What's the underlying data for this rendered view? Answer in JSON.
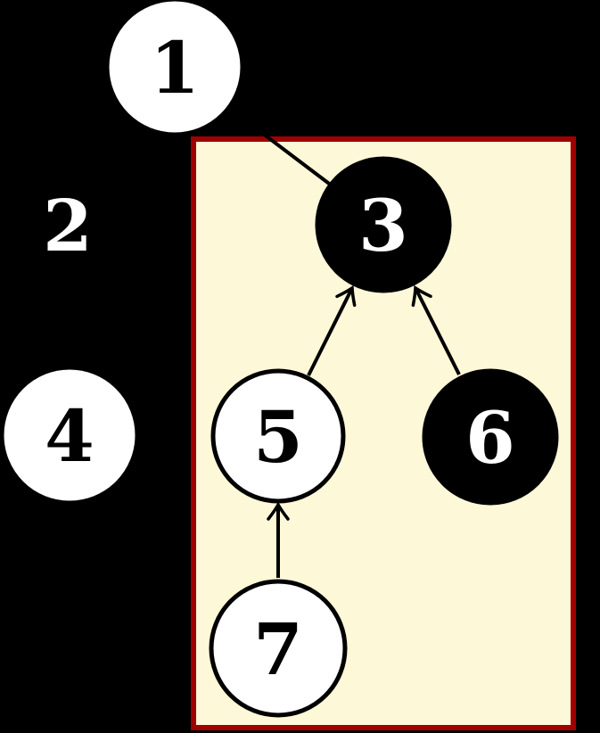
{
  "figure": {
    "type": "tree-diagram",
    "background_color": "#000000",
    "edge_color": "#000000",
    "highlight_region": {
      "fill_color": "#FDF8D8",
      "border_color": "#A00000",
      "contains_nodes": [
        "3",
        "5",
        "6",
        "7"
      ]
    },
    "nodes": [
      {
        "label": "1",
        "fill": "#FFFFFF",
        "text_color": "#000000"
      },
      {
        "label": "2",
        "fill": "#000000",
        "text_color": "#FFFFFF"
      },
      {
        "label": "3",
        "fill": "#000000",
        "text_color": "#FFFFFF"
      },
      {
        "label": "4",
        "fill": "#FFFFFF",
        "text_color": "#000000"
      },
      {
        "label": "5",
        "fill": "#FFFFFF",
        "text_color": "#000000"
      },
      {
        "label": "6",
        "fill": "#000000",
        "text_color": "#FFFFFF"
      },
      {
        "label": "7",
        "fill": "#FFFFFF",
        "text_color": "#000000"
      }
    ],
    "edges": [
      {
        "from": "1",
        "to": "3",
        "arrowhead": false
      },
      {
        "from": "5",
        "to": "3",
        "arrowhead": true
      },
      {
        "from": "6",
        "to": "3",
        "arrowhead": true
      },
      {
        "from": "7",
        "to": "5",
        "arrowhead": true
      }
    ]
  }
}
